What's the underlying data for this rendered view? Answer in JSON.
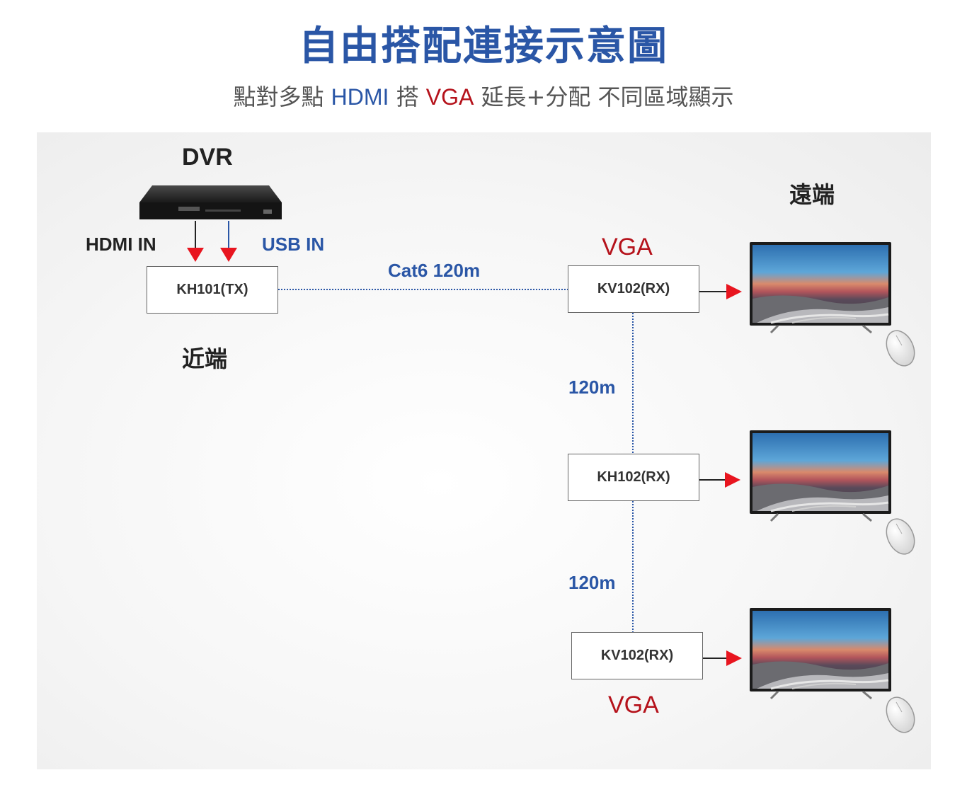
{
  "header": {
    "title": "自由搭配連接示意圖",
    "subtitle_parts": {
      "part1": "點對多點 ",
      "hdmi": "HDMI",
      "part2": " 搭 ",
      "vga": "VGA",
      "part3": " 延長+分配 不同區域顯示"
    }
  },
  "diagram": {
    "dvr_label": "DVR",
    "hdmi_in_label": "HDMI IN",
    "usb_in_label": "USB IN",
    "near_end_label": "近端",
    "far_end_label": "遠端",
    "cable_label": "Cat6 120m",
    "segment_label_1": "120m",
    "segment_label_2": "120m",
    "vga_label_top": "VGA",
    "vga_label_bottom": "VGA",
    "tx_box": "KH101(TX)",
    "rx_box_1": "KV102(RX)",
    "rx_box_2": "KH102(RX)",
    "rx_box_3": "KV102(RX)",
    "colors": {
      "accent_blue": "#2a56a6",
      "accent_red": "#b5121b",
      "arrow_red": "#e8151f",
      "link_dotted": "#2a56a6"
    }
  }
}
